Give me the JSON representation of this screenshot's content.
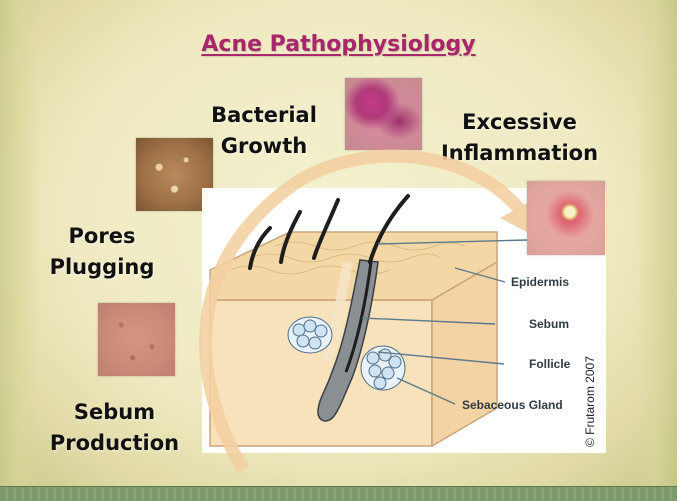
{
  "title": "Acne Pathophysiology",
  "stages": {
    "bacterial_growth": [
      "Bacterial",
      "Growth"
    ],
    "excessive_inflammation": [
      "Excessive",
      "Inflammation"
    ],
    "pores_plugging": [
      "Pores",
      "Plugging"
    ],
    "sebum_production": [
      "Sebum",
      "Production"
    ]
  },
  "diagram_labels": {
    "epidermis": "Epidermis",
    "sebum": "Sebum",
    "follicle": "Follicle",
    "sebaceous_gland": "Sebaceous Gland"
  },
  "copyright": "© Frutarom 2007",
  "colors": {
    "title": "#a8266b",
    "arrow": "#f2cfa0",
    "skin_top": "#f3d7a5",
    "skin_side": "#f8e2bb",
    "sebaceous": "#cfe3f3",
    "leader_line": "#5d7a8c"
  },
  "icons": {
    "arrow": "curved-cycle-arrow-icon"
  }
}
